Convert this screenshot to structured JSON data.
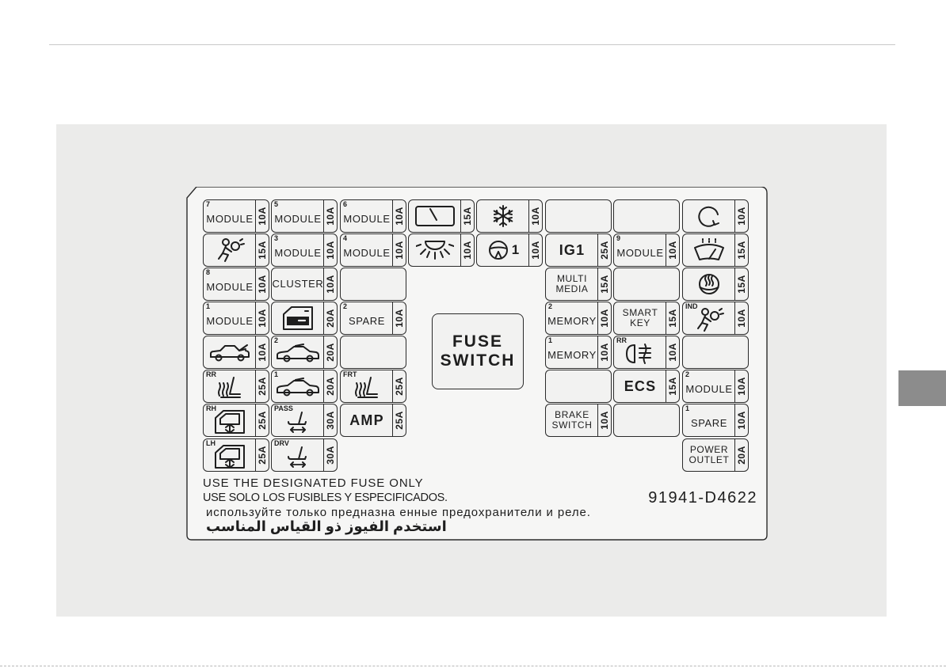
{
  "fuse_panel": {
    "fuses": [
      {
        "id": "r1c1",
        "sup": "7",
        "label": "MODULE",
        "amp": "10A"
      },
      {
        "id": "r1c2",
        "sup": "5",
        "label": "MODULE",
        "amp": "10A"
      },
      {
        "id": "r1c3",
        "sup": "6",
        "label": "MODULE",
        "amp": "10A"
      },
      {
        "id": "r1c4",
        "icon": "wiper-gauge-icon",
        "amp": "15A"
      },
      {
        "id": "r1c5",
        "icon": "snowflake-icon",
        "amp": "10A"
      },
      {
        "id": "r1c6"
      },
      {
        "id": "r1c7"
      },
      {
        "id": "r1c8",
        "icon": "rotation-arrow-icon",
        "amp": "10A"
      },
      {
        "id": "r2c1",
        "icon": "airbag-icon",
        "amp": "15A"
      },
      {
        "id": "r2c2",
        "sup": "3",
        "label": "MODULE",
        "amp": "10A"
      },
      {
        "id": "r2c3",
        "sup": "4",
        "label": "MODULE",
        "amp": "10A"
      },
      {
        "id": "r2c4",
        "icon": "interior-light-icon",
        "amp": "10A"
      },
      {
        "id": "r2c5",
        "icon": "steering-wheel-icon",
        "icon_text": "1",
        "amp": "10A"
      },
      {
        "id": "r2c6",
        "label": "IG1",
        "amp": "25A"
      },
      {
        "id": "r2c7",
        "sup": "9",
        "label": "MODULE",
        "amp": "10A"
      },
      {
        "id": "r2c8",
        "icon": "windshield-washer-icon",
        "amp": "15A"
      },
      {
        "id": "r3c1",
        "sup": "8",
        "label": "MODULE",
        "amp": "10A"
      },
      {
        "id": "r3c2",
        "label": "CLUSTER",
        "amp": "10A"
      },
      {
        "id": "r3c3"
      },
      {
        "id": "r3c6",
        "label": "MULTI",
        "label2": "MEDIA",
        "amp": "15A"
      },
      {
        "id": "r3c7"
      },
      {
        "id": "r3c8",
        "icon": "heated-steering-icon",
        "amp": "15A"
      },
      {
        "id": "r4c1",
        "sup": "1",
        "label": "MODULE",
        "amp": "10A"
      },
      {
        "id": "r4c2",
        "icon": "door-lock-icon",
        "amp": "20A"
      },
      {
        "id": "r4c3",
        "sup": "2",
        "label": "SPARE",
        "amp": "10A"
      },
      {
        "id": "r4c6",
        "sup": "2",
        "label": "MEMORY",
        "amp": "10A"
      },
      {
        "id": "r4c7",
        "label": "SMART",
        "label2": "KEY",
        "amp": "15A"
      },
      {
        "id": "r4c8",
        "sup": "IND",
        "icon": "airbag-icon",
        "amp": "10A"
      },
      {
        "id": "r5c1",
        "icon": "trunk-icon",
        "amp": "10A"
      },
      {
        "id": "r5c2",
        "sup": "2",
        "icon": "sunroof-icon",
        "amp": "20A"
      },
      {
        "id": "r5c3"
      },
      {
        "id": "r5c6",
        "sup": "1",
        "label": "MEMORY",
        "amp": "10A"
      },
      {
        "id": "r5c7",
        "sup": "RR",
        "icon": "fog-lamp-icon",
        "amp": "10A"
      },
      {
        "id": "r5c8"
      },
      {
        "id": "r6c1",
        "sup": "RR",
        "icon": "seat-heater-icon",
        "amp": "25A"
      },
      {
        "id": "r6c2",
        "sup": "1",
        "icon": "sunroof-icon",
        "amp": "20A"
      },
      {
        "id": "r6c3",
        "sup": "FRT",
        "icon": "seat-heater-icon",
        "amp": "25A"
      },
      {
        "id": "r6c6"
      },
      {
        "id": "r6c7",
        "label": "ECS",
        "amp": "15A"
      },
      {
        "id": "r6c8",
        "sup": "2",
        "label": "MODULE",
        "amp": "10A"
      },
      {
        "id": "r7c1",
        "sup": "RH",
        "icon": "power-window-icon",
        "amp": "25A"
      },
      {
        "id": "r7c2",
        "sup": "PASS",
        "icon": "power-seat-icon",
        "amp": "30A"
      },
      {
        "id": "r7c3",
        "label": "AMP",
        "amp": "25A"
      },
      {
        "id": "r7c6",
        "label": "BRAKE",
        "label2": "SWITCH",
        "amp": "10A"
      },
      {
        "id": "r7c7"
      },
      {
        "id": "r7c8",
        "sup": "1",
        "label": "SPARE",
        "amp": "10A"
      },
      {
        "id": "r8c1",
        "sup": "LH",
        "icon": "power-window-icon",
        "amp": "25A"
      },
      {
        "id": "r8c2",
        "sup": "DRV",
        "icon": "power-seat-icon",
        "amp": "30A"
      },
      {
        "id": "r8c8",
        "label": "POWER",
        "label2": "OUTLET",
        "amp": "20A"
      }
    ],
    "fuse_switch": {
      "line1": "FUSE",
      "line2": "SWITCH"
    },
    "notes": {
      "en": "USE THE DESIGNATED FUSE ONLY",
      "es": "USE SOLO LOS FUSIBLES Y ESPECIFICADOS.",
      "ru": "используйте только предназна енные предохранители и реле.",
      "ar": "استخدم الفيوز ذو القياس المناسب"
    },
    "part_number": "91941-D4622"
  }
}
